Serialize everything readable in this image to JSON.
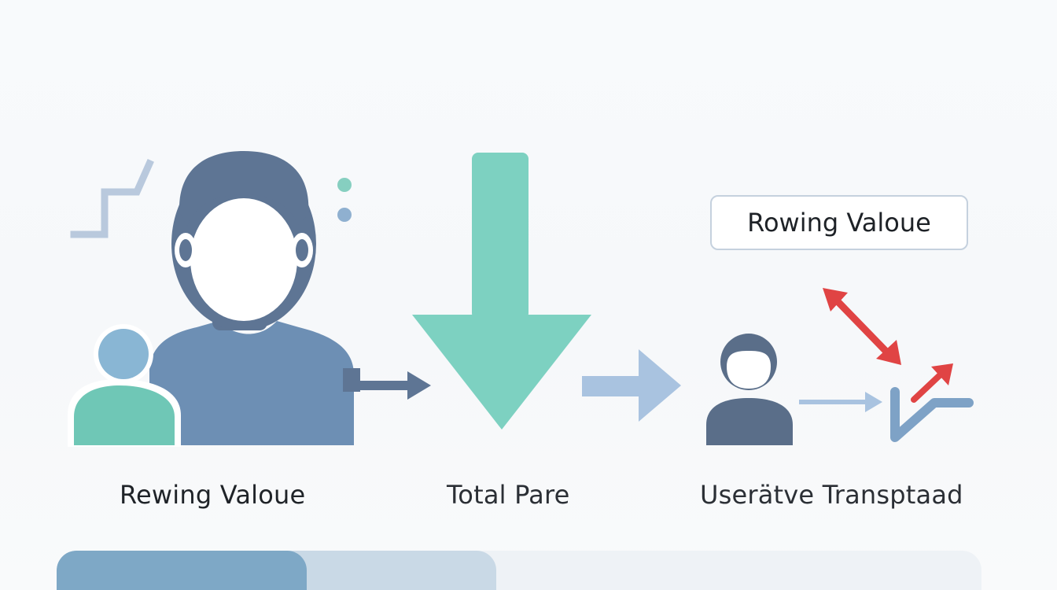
{
  "labels": {
    "left": "Rewing Valoue",
    "center": "Total Pare",
    "right": "Userätve Transptaad"
  },
  "value_box": {
    "text": "Rowing Valoue"
  },
  "progress": {
    "primary_fraction": 0.27,
    "secondary_fraction": 0.475
  },
  "icons": {
    "large_person": "person-icon",
    "small_person": "person-icon",
    "right_person": "person-icon",
    "down_arrow": "arrow-down-icon",
    "connector_arrow": "arrow-right-icon",
    "double_arrow": "double-arrow-icon",
    "trend_arrow": "trend-up-icon",
    "zigzag": "zigzag-line-icon",
    "dots": "dots-icon"
  },
  "colors": {
    "person_dark": "#5e7594",
    "person_body": "#6d8fb4",
    "person_small_head": "#89b6d4",
    "person_small_body": "#6fc7b6",
    "down_arrow": "#7dd1c1",
    "light_arrow": "#a9c3e0",
    "accent_red": "#e04444",
    "dot_teal": "#86cfc0",
    "dot_blue": "#8fb0d0"
  }
}
